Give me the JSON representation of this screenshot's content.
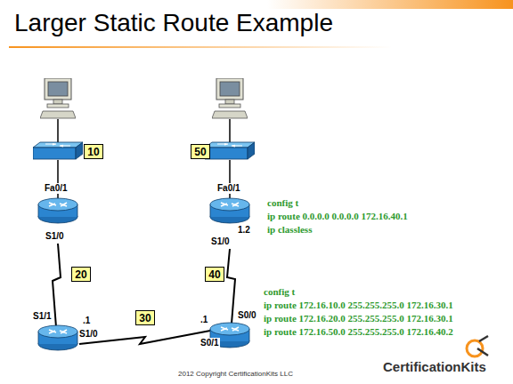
{
  "diagram": {
    "title": "Larger Static Route Example",
    "nodes": [
      {
        "text": [
          "10"
        ]
      },
      {
        "text": [
          "50"
        ]
      },
      {
        "text": [
          "20"
        ]
      },
      {
        "text": [
          "40"
        ]
      },
      {
        "text": [
          "30"
        ]
      }
    ],
    "labels": [
      "Fa0/1",
      "S1/0",
      "Fa0/1",
      "config t",
      "ip route 0.0.0.0 0.0.0.0 172.16.40.1",
      "ip classless",
      "1.2",
      "S1/0",
      "config t",
      "ip route 172.16.10.0 255.255.255.0 172.16.30.1",
      "ip route 172.16.20.0 255.255.255.0 172.16.30.1",
      "ip route 172.16.50.0 255.255.255.0 172.16.40.2",
      "S1/1",
      ".1",
      "S1/0",
      ".1",
      "S0/0",
      "S0/1",
      "2012 Copyright CertificationKits LLC",
      "CertificationKits"
    ]
  }
}
